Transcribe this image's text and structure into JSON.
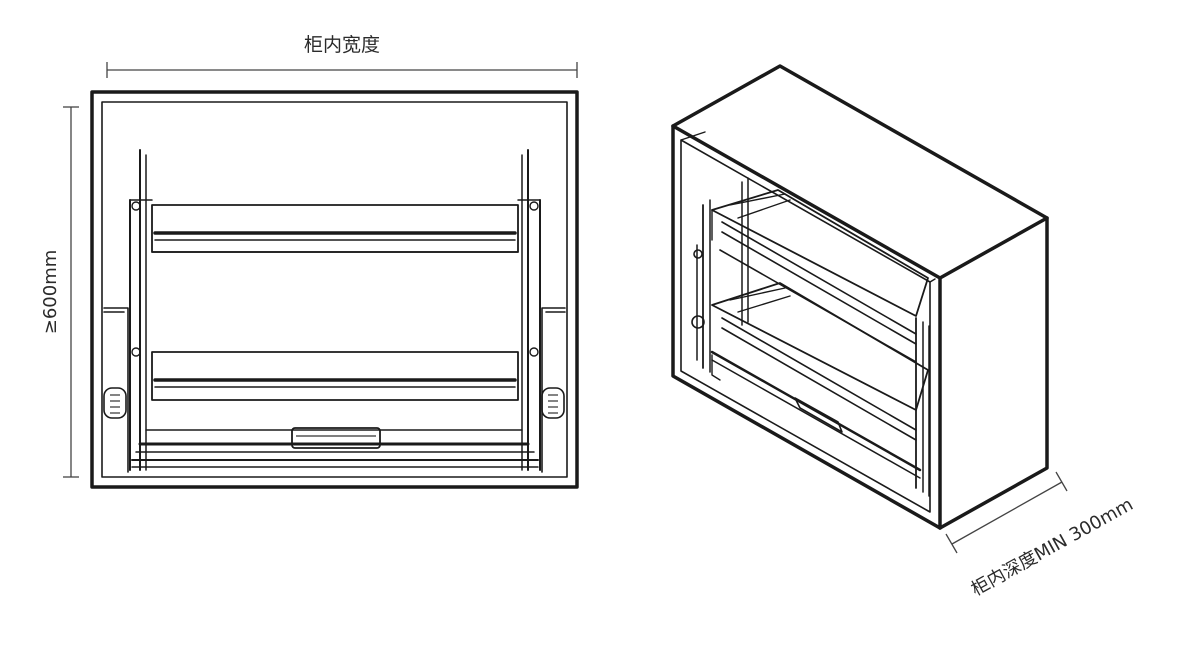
{
  "labels": {
    "cabinet_inner_width": "柜内宽度",
    "height_min": "≥600mm",
    "cabinet_inner_depth_min": "柜内深度MIN 300mm"
  },
  "colors": {
    "line": "#1a1a1a",
    "dimension_line": "#444444",
    "background": "#ffffff"
  }
}
